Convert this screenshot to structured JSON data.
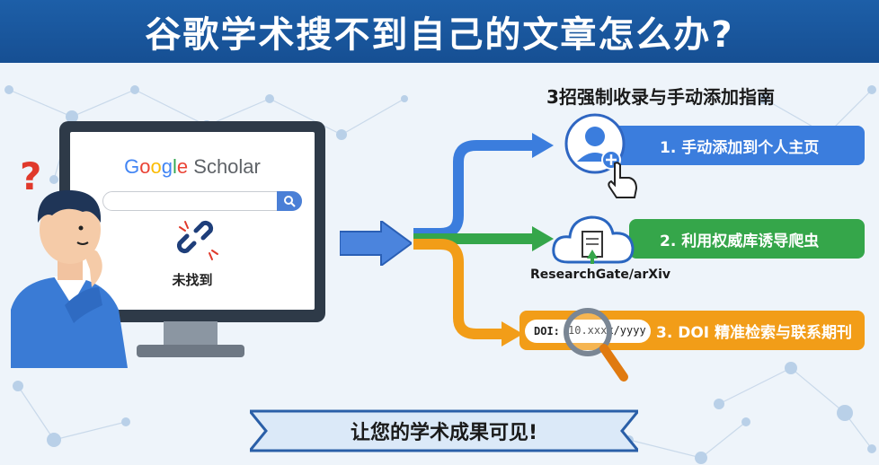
{
  "header": {
    "title": "谷歌学术搜不到自己的文章怎么办?"
  },
  "subtitle": "3招强制收录与手动添加指南",
  "browser": {
    "logo_google": [
      "G",
      "o",
      "o",
      "g",
      "l",
      "e"
    ],
    "logo_scholar": "Scholar",
    "status_text": "未找到"
  },
  "options": [
    {
      "label": "1. 手动添加到个人主页",
      "color": "#3b7ddd",
      "icon": "avatar-add-icon"
    },
    {
      "label": "2. 利用权威库诱导爬虫",
      "color": "#35a64a",
      "icon": "cloud-upload-icon",
      "caption": "ResearchGate/arXiv"
    },
    {
      "label": "3. DOI 精准检索与联系期刊",
      "color": "#f29d18",
      "icon": "magnifier-icon",
      "doi_prefix": "DOI:",
      "doi_value": "10.xxxx/yyyy"
    }
  ],
  "footer": {
    "banner": "让您的学术成果可见!"
  },
  "colors": {
    "header_bg": "#1d5fa8",
    "accent_blue": "#3b7ddd",
    "accent_green": "#35a64a",
    "accent_orange": "#f29d18",
    "warning_red": "#e0392b"
  }
}
